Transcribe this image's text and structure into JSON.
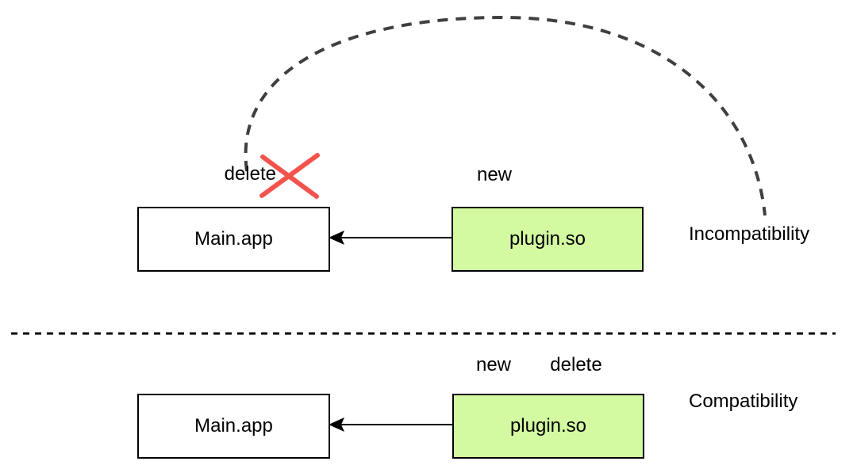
{
  "colors": {
    "plugin_fill": "#d3f9a1",
    "main_fill": "#ffffff",
    "box_stroke": "#000000",
    "connector": "#000000",
    "arc_gray": "#3f3f3f",
    "cross_red": "#f2544d",
    "divider": "#000000"
  },
  "top_section": {
    "delete_label": "delete",
    "new_label": "new",
    "main_box_label": "Main.app",
    "plugin_box_label": "plugin.so",
    "caption": "Incompatibility"
  },
  "bottom_section": {
    "new_label": "new",
    "delete_label": "delete",
    "main_box_label": "Main.app",
    "plugin_box_label": "plugin.so",
    "caption": "Compatibility"
  }
}
